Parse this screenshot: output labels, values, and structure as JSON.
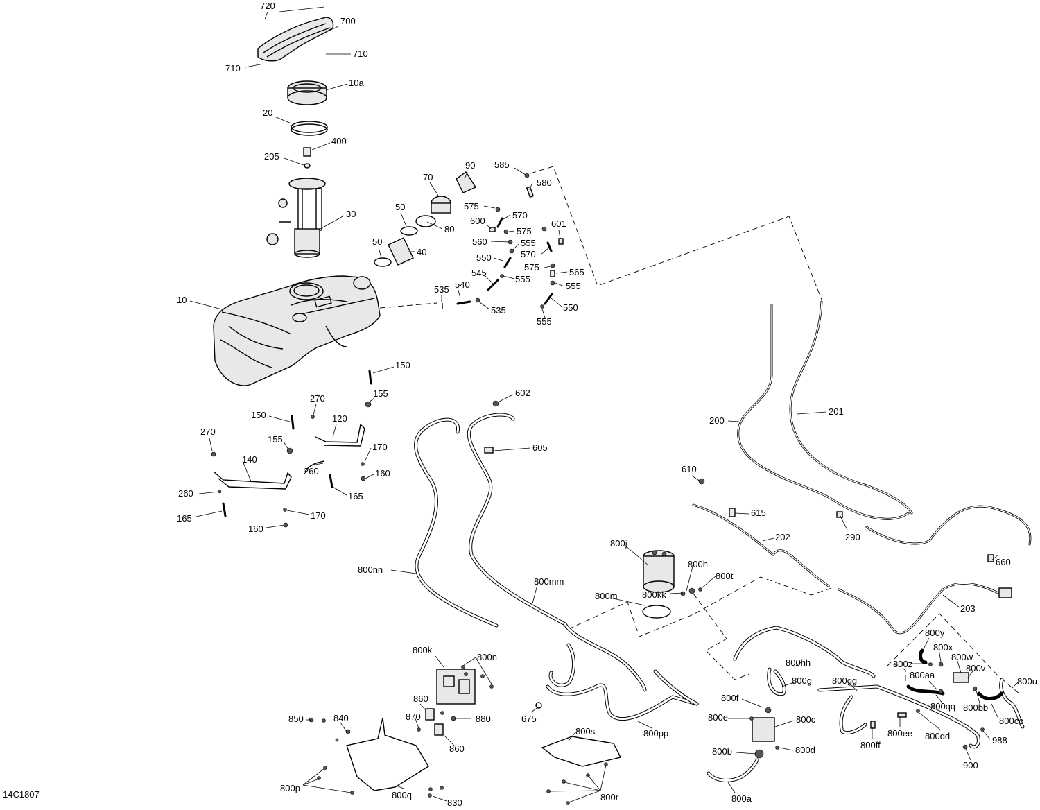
{
  "diagram_code": "14C1807",
  "callouts": [
    {
      "id": "c720",
      "text": "720"
    },
    {
      "id": "c700",
      "text": "700"
    },
    {
      "id": "c710a",
      "text": "710"
    },
    {
      "id": "c710b",
      "text": "710"
    },
    {
      "id": "c10a",
      "text": "10a"
    },
    {
      "id": "c20",
      "text": "20"
    },
    {
      "id": "c400",
      "text": "400"
    },
    {
      "id": "c205",
      "text": "205"
    },
    {
      "id": "c30",
      "text": "30"
    },
    {
      "id": "c10",
      "text": "10"
    },
    {
      "id": "c90",
      "text": "90"
    },
    {
      "id": "c70",
      "text": "70"
    },
    {
      "id": "c50a",
      "text": "50"
    },
    {
      "id": "c50b",
      "text": "50"
    },
    {
      "id": "c80",
      "text": "80"
    },
    {
      "id": "c40",
      "text": "40"
    },
    {
      "id": "c585",
      "text": "585"
    },
    {
      "id": "c580",
      "text": "580"
    },
    {
      "id": "c575a",
      "text": "575"
    },
    {
      "id": "c570a",
      "text": "570"
    },
    {
      "id": "c600",
      "text": "600"
    },
    {
      "id": "c575b",
      "text": "575"
    },
    {
      "id": "c601",
      "text": "601"
    },
    {
      "id": "c560",
      "text": "560"
    },
    {
      "id": "c555a",
      "text": "555"
    },
    {
      "id": "c570b",
      "text": "570"
    },
    {
      "id": "c550a",
      "text": "550"
    },
    {
      "id": "c575c",
      "text": "575"
    },
    {
      "id": "c565",
      "text": "565"
    },
    {
      "id": "c545",
      "text": "545"
    },
    {
      "id": "c555b",
      "text": "555"
    },
    {
      "id": "c555c",
      "text": "555"
    },
    {
      "id": "c535a",
      "text": "535"
    },
    {
      "id": "c540",
      "text": "540"
    },
    {
      "id": "c535b",
      "text": "535"
    },
    {
      "id": "c550b",
      "text": "550"
    },
    {
      "id": "c555d",
      "text": "555"
    },
    {
      "id": "c150a",
      "text": "150"
    },
    {
      "id": "c270a",
      "text": "270"
    },
    {
      "id": "c155a",
      "text": "155"
    },
    {
      "id": "c150b",
      "text": "150"
    },
    {
      "id": "c120",
      "text": "120"
    },
    {
      "id": "c270b",
      "text": "270"
    },
    {
      "id": "c155b",
      "text": "155"
    },
    {
      "id": "c170a",
      "text": "170"
    },
    {
      "id": "c140",
      "text": "140"
    },
    {
      "id": "c260a",
      "text": "260"
    },
    {
      "id": "c160a",
      "text": "160"
    },
    {
      "id": "c260b",
      "text": "260"
    },
    {
      "id": "c165a",
      "text": "165"
    },
    {
      "id": "c165b",
      "text": "165"
    },
    {
      "id": "c170b",
      "text": "170"
    },
    {
      "id": "c160b",
      "text": "160"
    },
    {
      "id": "c602",
      "text": "602"
    },
    {
      "id": "c605",
      "text": "605"
    },
    {
      "id": "c200",
      "text": "200"
    },
    {
      "id": "c201",
      "text": "201"
    },
    {
      "id": "c610",
      "text": "610"
    },
    {
      "id": "c615",
      "text": "615"
    },
    {
      "id": "c202",
      "text": "202"
    },
    {
      "id": "c290",
      "text": "290"
    },
    {
      "id": "c660",
      "text": "660"
    },
    {
      "id": "c800j",
      "text": "800j"
    },
    {
      "id": "c800h",
      "text": "800h"
    },
    {
      "id": "c800t",
      "text": "800t"
    },
    {
      "id": "c800nn",
      "text": "800nn"
    },
    {
      "id": "c800mm",
      "text": "800mm"
    },
    {
      "id": "c800m",
      "text": "800m"
    },
    {
      "id": "c800kk",
      "text": "800kk"
    },
    {
      "id": "c203",
      "text": "203"
    },
    {
      "id": "c800y",
      "text": "800y"
    },
    {
      "id": "c800x",
      "text": "800x"
    },
    {
      "id": "c800w",
      "text": "800w"
    },
    {
      "id": "c800z",
      "text": "800z"
    },
    {
      "id": "c800hh",
      "text": "800hh"
    },
    {
      "id": "c800v",
      "text": "800v"
    },
    {
      "id": "c800aa",
      "text": "800aa"
    },
    {
      "id": "c800g",
      "text": "800g"
    },
    {
      "id": "c800gg",
      "text": "800gg"
    },
    {
      "id": "c800u",
      "text": "800u"
    },
    {
      "id": "c800qq",
      "text": "800qq"
    },
    {
      "id": "c800bb",
      "text": "800bb"
    },
    {
      "id": "c800cc",
      "text": "800cc"
    },
    {
      "id": "c800k",
      "text": "800k"
    },
    {
      "id": "c800n",
      "text": "800n"
    },
    {
      "id": "c800f",
      "text": "800f"
    },
    {
      "id": "c800e",
      "text": "800e"
    },
    {
      "id": "c800c",
      "text": "800c"
    },
    {
      "id": "c860a",
      "text": "860"
    },
    {
      "id": "c870",
      "text": "870"
    },
    {
      "id": "c880",
      "text": "880"
    },
    {
      "id": "c850",
      "text": "850"
    },
    {
      "id": "c840",
      "text": "840"
    },
    {
      "id": "c675",
      "text": "675"
    },
    {
      "id": "c800s",
      "text": "800s"
    },
    {
      "id": "c800pp",
      "text": "800pp"
    },
    {
      "id": "c860b",
      "text": "860"
    },
    {
      "id": "c800ff",
      "text": "800ff"
    },
    {
      "id": "c800ee",
      "text": "800ee"
    },
    {
      "id": "c800dd",
      "text": "800dd"
    },
    {
      "id": "c988",
      "text": "988"
    },
    {
      "id": "c800d",
      "text": "800d"
    },
    {
      "id": "c800b",
      "text": "800b"
    },
    {
      "id": "c900",
      "text": "900"
    },
    {
      "id": "c800p",
      "text": "800p"
    },
    {
      "id": "c800q",
      "text": "800q"
    },
    {
      "id": "c800a",
      "text": "800a"
    },
    {
      "id": "c830",
      "text": "830"
    },
    {
      "id": "c800r",
      "text": "800r"
    }
  ]
}
